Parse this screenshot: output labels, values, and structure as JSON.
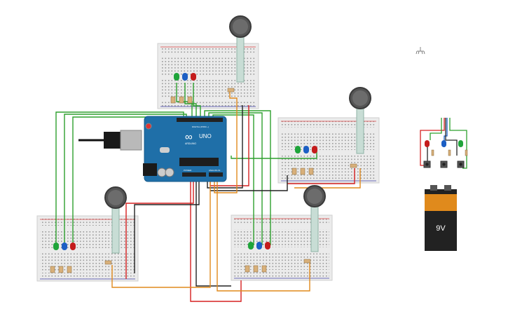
{
  "arduino": {
    "logo": "∞",
    "brand": "UNO",
    "model": "ARDUINO",
    "digital_label": "DIGITAL (PWM ~)",
    "power_label": "POWER",
    "analog_label": "ANALOG IN"
  },
  "battery": {
    "label": "9V"
  },
  "colors": {
    "wire_green": "#2ea02e",
    "wire_red": "#d62020",
    "wire_black": "#222222",
    "wire_orange": "#e08a1c",
    "breadboard": "#ebebeb",
    "board": "#1f6fa8",
    "led_green": "#1fa43a",
    "led_blue": "#1c5fc4",
    "led_red": "#c41c1c"
  },
  "icons": {
    "cursor": "ground-symbol-icon",
    "sensor": "force-sensor-icon"
  }
}
